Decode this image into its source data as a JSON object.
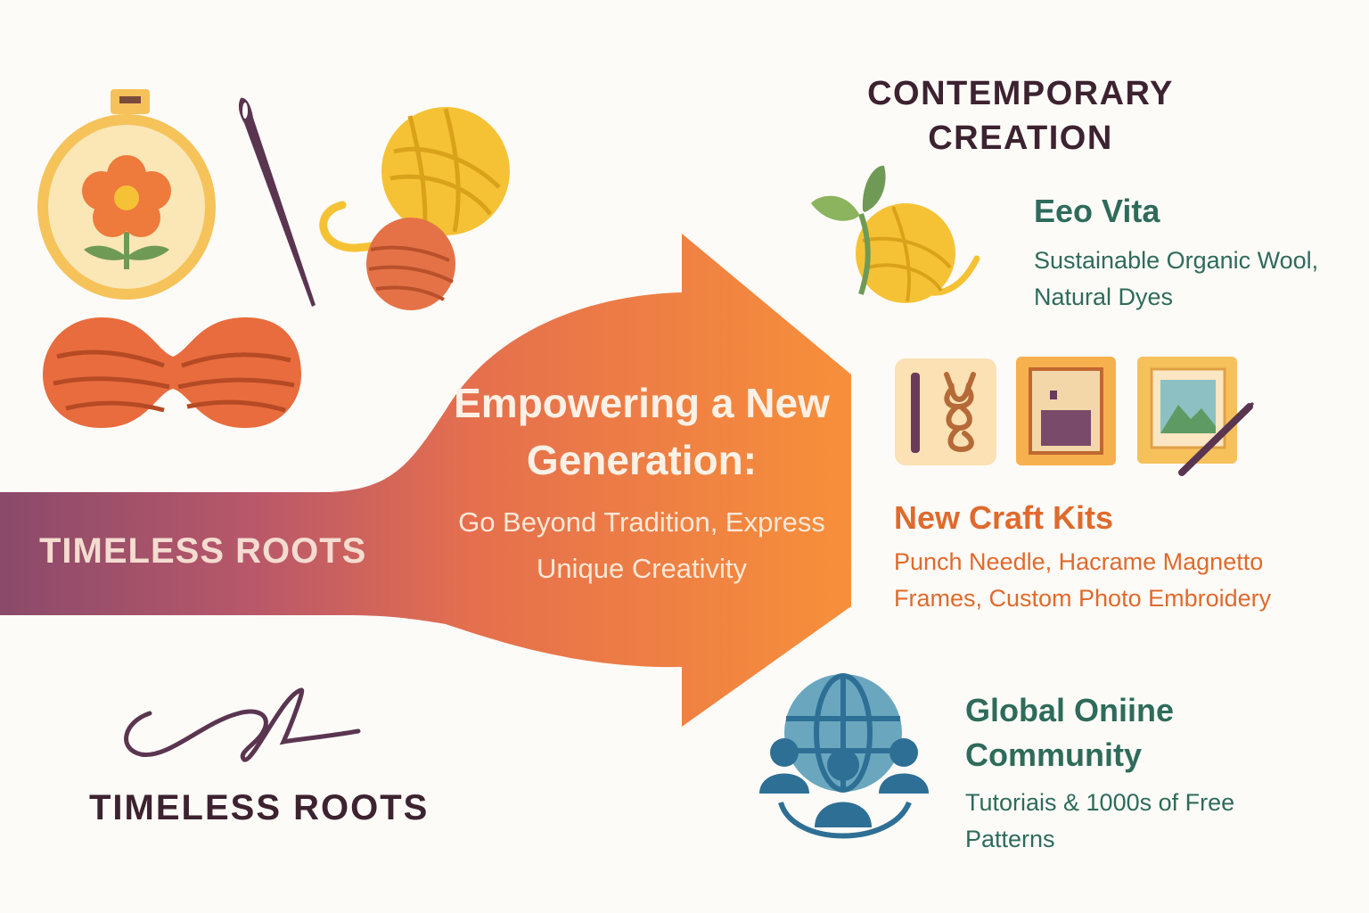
{
  "colors": {
    "background": "#fdfbf8",
    "band_start": "#8a4a6a",
    "arrow_end": "#f7903a",
    "orange": "#e86c3e",
    "yellow": "#f6c235",
    "teal": "#2e6b5a",
    "plum": "#3d2230",
    "globe_blue": "#2e6f95"
  },
  "icons": {
    "hoop": "embroidery-hoop-icon",
    "needle": "needle-icon",
    "yarn_yellow": "yellow-yarn-ball-icon",
    "yarn_orange": "orange-yarn-ball-icon",
    "skein": "yarn-skein-icon",
    "thread": "thread-swirl-icon",
    "eco_yarn": "eco-yarn-leaf-icon",
    "punch_needle": "punch-needle-kit-icon",
    "frame": "magnet-frame-icon",
    "photo": "photo-embroidery-icon",
    "globe": "globe-community-icon"
  },
  "arrow": {
    "headline": "Empowering a New Generation:",
    "subline": "Go Beyond Tradition, Express Unique Creativity"
  },
  "timeless": {
    "band_label": "TIMELESS ROOTS",
    "bottom_label": "TIMELESS ROOTS"
  },
  "contemporary": {
    "heading": "CONTEMPORARY CREATION"
  },
  "features": {
    "eco": {
      "title": "Eeo Vita",
      "desc": "Sustainable Organic Wool, Natural Dyes"
    },
    "kits": {
      "title": "New Craft Kits",
      "desc": "Punch Needle, Hacrame Magnetto Frames, Custom Photo Embroidery"
    },
    "community": {
      "title": "Global Oniine Community",
      "desc": "Tutoriais & 1000s of Free Patterns"
    }
  }
}
